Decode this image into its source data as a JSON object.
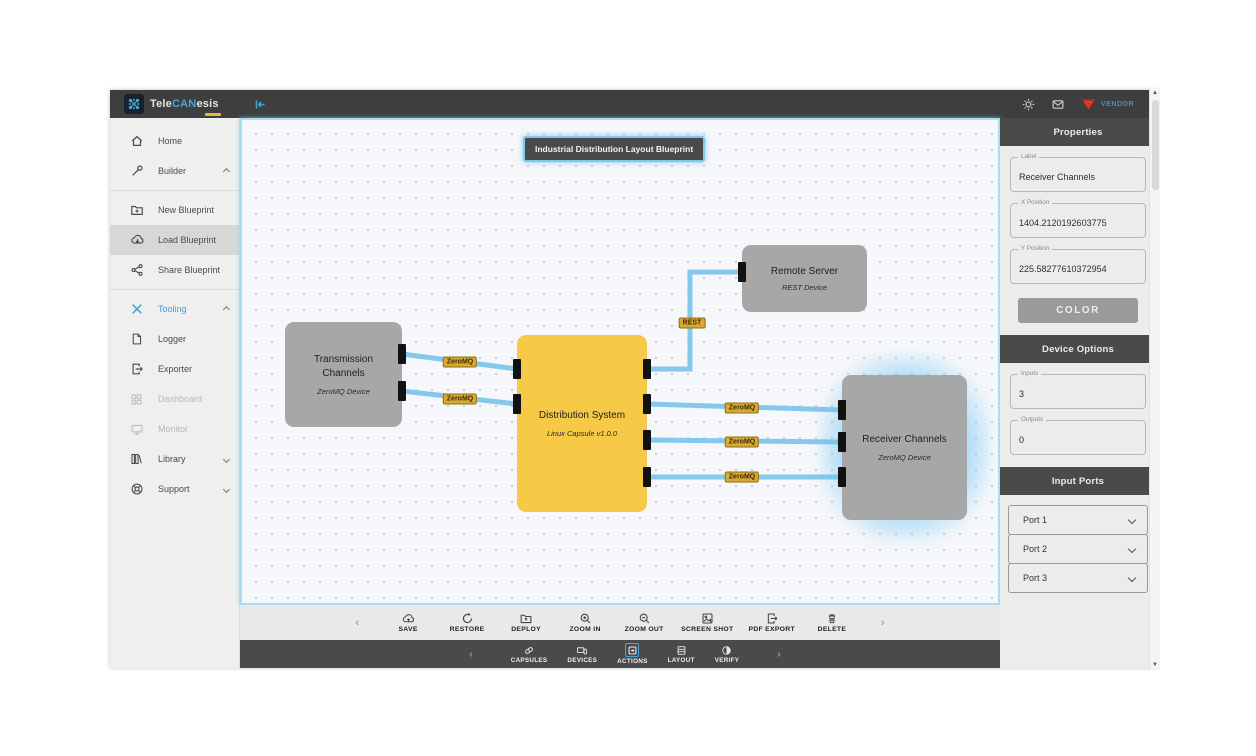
{
  "brand": {
    "name_prefix": "Tele",
    "name_accent": "CAN",
    "name_suffix": "esis"
  },
  "header": {
    "vendor_label": "VENDOR"
  },
  "colors": {
    "accent_blue": "#4da3d6",
    "node_yellow": "#f6c947",
    "node_gray": "#a7a7a7",
    "edge_blue": "#85c8ec",
    "label_gold": "#d9a930",
    "panel_dark": "#4a4a4a",
    "selection_glow": "#3aa8ee"
  },
  "sidebar": {
    "items": [
      {
        "label": "Home",
        "icon": "home-icon"
      },
      {
        "label": "Builder",
        "icon": "wrench-icon",
        "expanded": true
      },
      {
        "label": "New Blueprint",
        "icon": "folder-plus-icon"
      },
      {
        "label": "Load Blueprint",
        "icon": "cloud-download-icon",
        "selected": true
      },
      {
        "label": "Share Blueprint",
        "icon": "share-icon"
      },
      {
        "label": "Tooling",
        "icon": "tools-icon",
        "accent": true,
        "expanded": true
      },
      {
        "label": "Logger",
        "icon": "document-icon"
      },
      {
        "label": "Exporter",
        "icon": "export-icon"
      },
      {
        "label": "Dashboard",
        "icon": "dashboard-icon",
        "disabled": true
      },
      {
        "label": "Monitor",
        "icon": "monitor-icon",
        "disabled": true
      },
      {
        "label": "Library",
        "icon": "library-icon",
        "collapsed": true
      },
      {
        "label": "Support",
        "icon": "support-icon",
        "collapsed": true
      }
    ]
  },
  "canvas": {
    "title": "Industrial Distribution Layout Blueprint",
    "nodes": [
      {
        "title": "Transmission Channels",
        "subtitle": "ZeroMQ Device",
        "color": "gray",
        "outputs": 2
      },
      {
        "title": "Distribution System",
        "subtitle": "Linux Capsule v1.0.0",
        "color": "yellow",
        "inputs": 2,
        "outputs": 4
      },
      {
        "title": "Remote Server",
        "subtitle": "REST Device",
        "color": "gray",
        "inputs": 1
      },
      {
        "title": "Receiver Channels",
        "subtitle": "ZeroMQ Device",
        "color": "gray",
        "inputs": 3,
        "selected": true
      }
    ],
    "edges": [
      {
        "label": "ZeroMQ"
      },
      {
        "label": "ZeroMQ"
      },
      {
        "label": "REST"
      },
      {
        "label": "ZeroMQ"
      },
      {
        "label": "ZeroMQ"
      },
      {
        "label": "ZeroMQ"
      }
    ]
  },
  "toolbar_primary": {
    "items": [
      {
        "label": "SAVE",
        "icon": "cloud-save-icon"
      },
      {
        "label": "RESTORE",
        "icon": "restore-icon"
      },
      {
        "label": "DEPLOY",
        "icon": "deploy-folder-icon"
      },
      {
        "label": "ZOOM IN",
        "icon": "zoom-in-icon"
      },
      {
        "label": "ZOOM OUT",
        "icon": "zoom-out-icon"
      },
      {
        "label": "SCREEN SHOT",
        "icon": "screenshot-icon"
      },
      {
        "label": "PDF EXPORT",
        "icon": "pdf-export-icon"
      },
      {
        "label": "DELETE",
        "icon": "trash-icon"
      }
    ]
  },
  "toolbar_secondary": {
    "items": [
      {
        "label": "CAPSULES",
        "icon": "capsule-icon"
      },
      {
        "label": "DEVICES",
        "icon": "devices-icon"
      },
      {
        "label": "ACTIONS",
        "icon": "actions-icon",
        "active": true
      },
      {
        "label": "LAYOUT",
        "icon": "layout-icon"
      },
      {
        "label": "VERIFY",
        "icon": "verify-icon"
      }
    ]
  },
  "properties": {
    "header": "Properties",
    "fields": [
      {
        "label": "Label",
        "value": "Receiver Channels"
      },
      {
        "label": "X Position",
        "value": "1404.2120192603775"
      },
      {
        "label": "Y Position",
        "value": "225.58277610372954"
      }
    ],
    "color_button": "COLOR"
  },
  "device_options": {
    "header": "Device Options",
    "fields": [
      {
        "label": "Inputs",
        "value": "3"
      },
      {
        "label": "Outputs",
        "value": "0"
      }
    ]
  },
  "input_ports": {
    "header": "Input Ports",
    "ports": [
      "Port 1",
      "Port 2",
      "Port 3"
    ]
  }
}
